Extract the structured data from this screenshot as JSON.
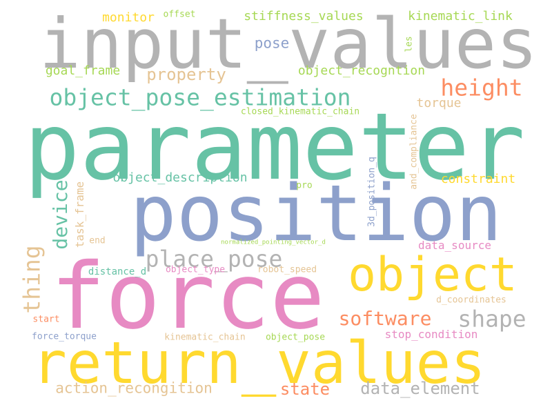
{
  "words": [
    {
      "text": "parameter",
      "color": "#66c2a5"
    },
    {
      "text": "input_values",
      "color": "#b3b3b3"
    },
    {
      "text": "position",
      "color": "#8da0cb"
    },
    {
      "text": "force",
      "color": "#e78ac3"
    },
    {
      "text": "return_values",
      "color": "#ffd92f"
    },
    {
      "text": "object",
      "color": "#ffd92f"
    },
    {
      "text": "object_pose_estimation",
      "color": "#66c2a5"
    },
    {
      "text": "height",
      "color": "#fc8d62"
    },
    {
      "text": "place_pose",
      "color": "#b3b3b3"
    },
    {
      "text": "software",
      "color": "#fc8d62"
    },
    {
      "text": "shape",
      "color": "#b3b3b3"
    },
    {
      "text": "data_element",
      "color": "#b3b3b3"
    },
    {
      "text": "action_recongition",
      "color": "#e5c494"
    },
    {
      "text": "state",
      "color": "#fc8d62"
    },
    {
      "text": "property",
      "color": "#e5c494"
    },
    {
      "text": "pose",
      "color": "#8da0cb"
    },
    {
      "text": "object_recogntion",
      "color": "#a6d854"
    },
    {
      "text": "goal_frame",
      "color": "#a6d854"
    },
    {
      "text": "stiffness_values",
      "color": "#a6d854"
    },
    {
      "text": "kinematic_link",
      "color": "#a6d854"
    },
    {
      "text": "monitor",
      "color": "#ffd92f"
    },
    {
      "text": "offset",
      "color": "#a6d854"
    },
    {
      "text": "les",
      "color": "#a6d854"
    },
    {
      "text": "torque",
      "color": "#e5c494"
    },
    {
      "text": "closed_kinematic_chain",
      "color": "#a6d854"
    },
    {
      "text": "object_description",
      "color": "#66c2a5"
    },
    {
      "text": "constraint",
      "color": "#ffd92f"
    },
    {
      "text": "device",
      "color": "#66c2a5"
    },
    {
      "text": "task_frame",
      "color": "#e5c494"
    },
    {
      "text": "thing",
      "color": "#e5c494"
    },
    {
      "text": "3d_position_q",
      "color": "#8da0cb"
    },
    {
      "text": "and_compliance",
      "color": "#e5c494"
    },
    {
      "text": "pro",
      "color": "#a6d854"
    },
    {
      "text": "end",
      "color": "#e5c494"
    },
    {
      "text": "normalized_pointing_vector_d",
      "color": "#a6d854"
    },
    {
      "text": "data_source",
      "color": "#e78ac3"
    },
    {
      "text": "distance_d",
      "color": "#66c2a5"
    },
    {
      "text": "object_type",
      "color": "#e78ac3"
    },
    {
      "text": "robot_speed",
      "color": "#e5c494"
    },
    {
      "text": "d_coordinates",
      "color": "#e5c494"
    },
    {
      "text": "start",
      "color": "#fc8d62"
    },
    {
      "text": "force_torque",
      "color": "#8da0cb"
    },
    {
      "text": "kinematic_chain",
      "color": "#e5c494"
    },
    {
      "text": "object_pose",
      "color": "#a6d854"
    },
    {
      "text": "stop_condition",
      "color": "#e78ac3"
    }
  ]
}
